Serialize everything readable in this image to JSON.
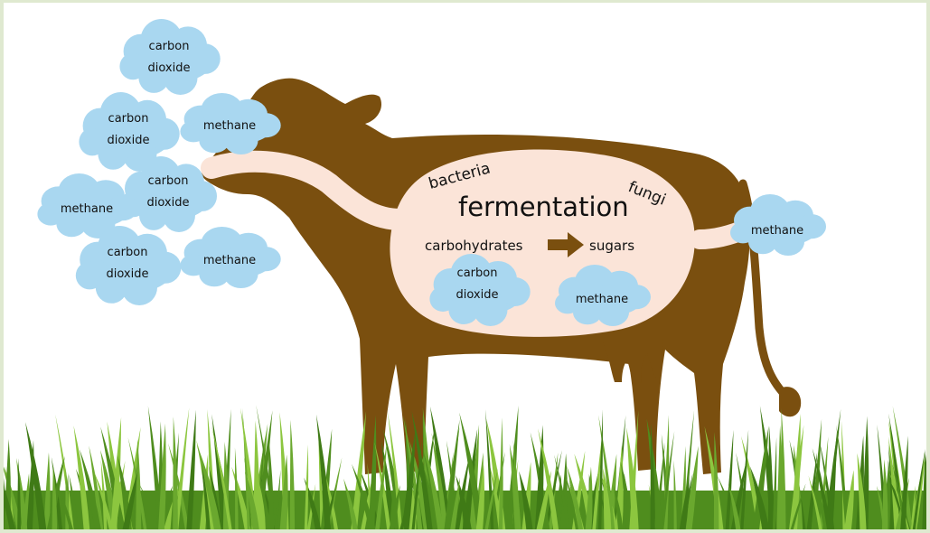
{
  "colors": {
    "cow": "#7a4f0f",
    "stomach": "#fbe4d8",
    "cloud": "#a9d7f0",
    "grass_dark": "#4f8d1e",
    "grass_light": "#8cc63f",
    "text": "#111111"
  },
  "stomach": {
    "title": "fermentation",
    "bacteria": "bacteria",
    "fungi": "fungi",
    "process_from": "carbohydrates",
    "process_to": "sugars",
    "co2_line1": "carbon",
    "co2_line2": "dioxide",
    "methane": "methane"
  },
  "mouth_clouds": [
    {
      "line1": "carbon",
      "line2": "dioxide"
    },
    {
      "line1": "carbon",
      "line2": "dioxide"
    },
    {
      "line1": "methane",
      "line2": ""
    },
    {
      "line1": "carbon",
      "line2": "dioxide"
    },
    {
      "line1": "methane",
      "line2": ""
    },
    {
      "line1": "carbon",
      "line2": "dioxide"
    },
    {
      "line1": "methane",
      "line2": ""
    }
  ],
  "tail_cloud": {
    "label": "methane"
  }
}
